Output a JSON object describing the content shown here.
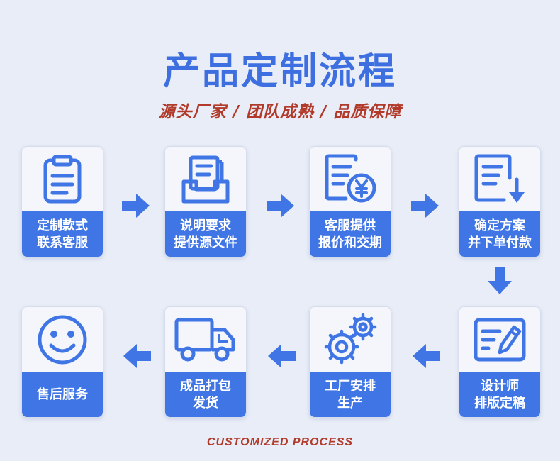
{
  "header": {
    "title": "产品定制流程",
    "subtitle": "源头厂家 / 团队成熟 / 品质保障"
  },
  "steps": [
    {
      "label": "定制款式\n联系客服",
      "icon": "clipboard-icon"
    },
    {
      "label": "说明要求\n提供源文件",
      "icon": "document-tray-icon"
    },
    {
      "label": "客服提供\n报价和交期",
      "icon": "invoice-yen-icon"
    },
    {
      "label": "确定方案\n并下单付款",
      "icon": "document-download-icon"
    },
    {
      "label": "设计师\n排版定稿",
      "icon": "design-edit-icon"
    },
    {
      "label": "工厂安排\n生产",
      "icon": "gears-icon"
    },
    {
      "label": "成品打包\n发货",
      "icon": "delivery-truck-icon"
    },
    {
      "label": "售后服务",
      "icon": "smiley-face-icon"
    }
  ],
  "footer": {
    "text": "CUSTOMIZED PROCESS"
  },
  "colors": {
    "accent": "#3f75e4",
    "title": "#3e6fe0",
    "subtitle": "#b23a2a",
    "background": "#e9edf7"
  }
}
